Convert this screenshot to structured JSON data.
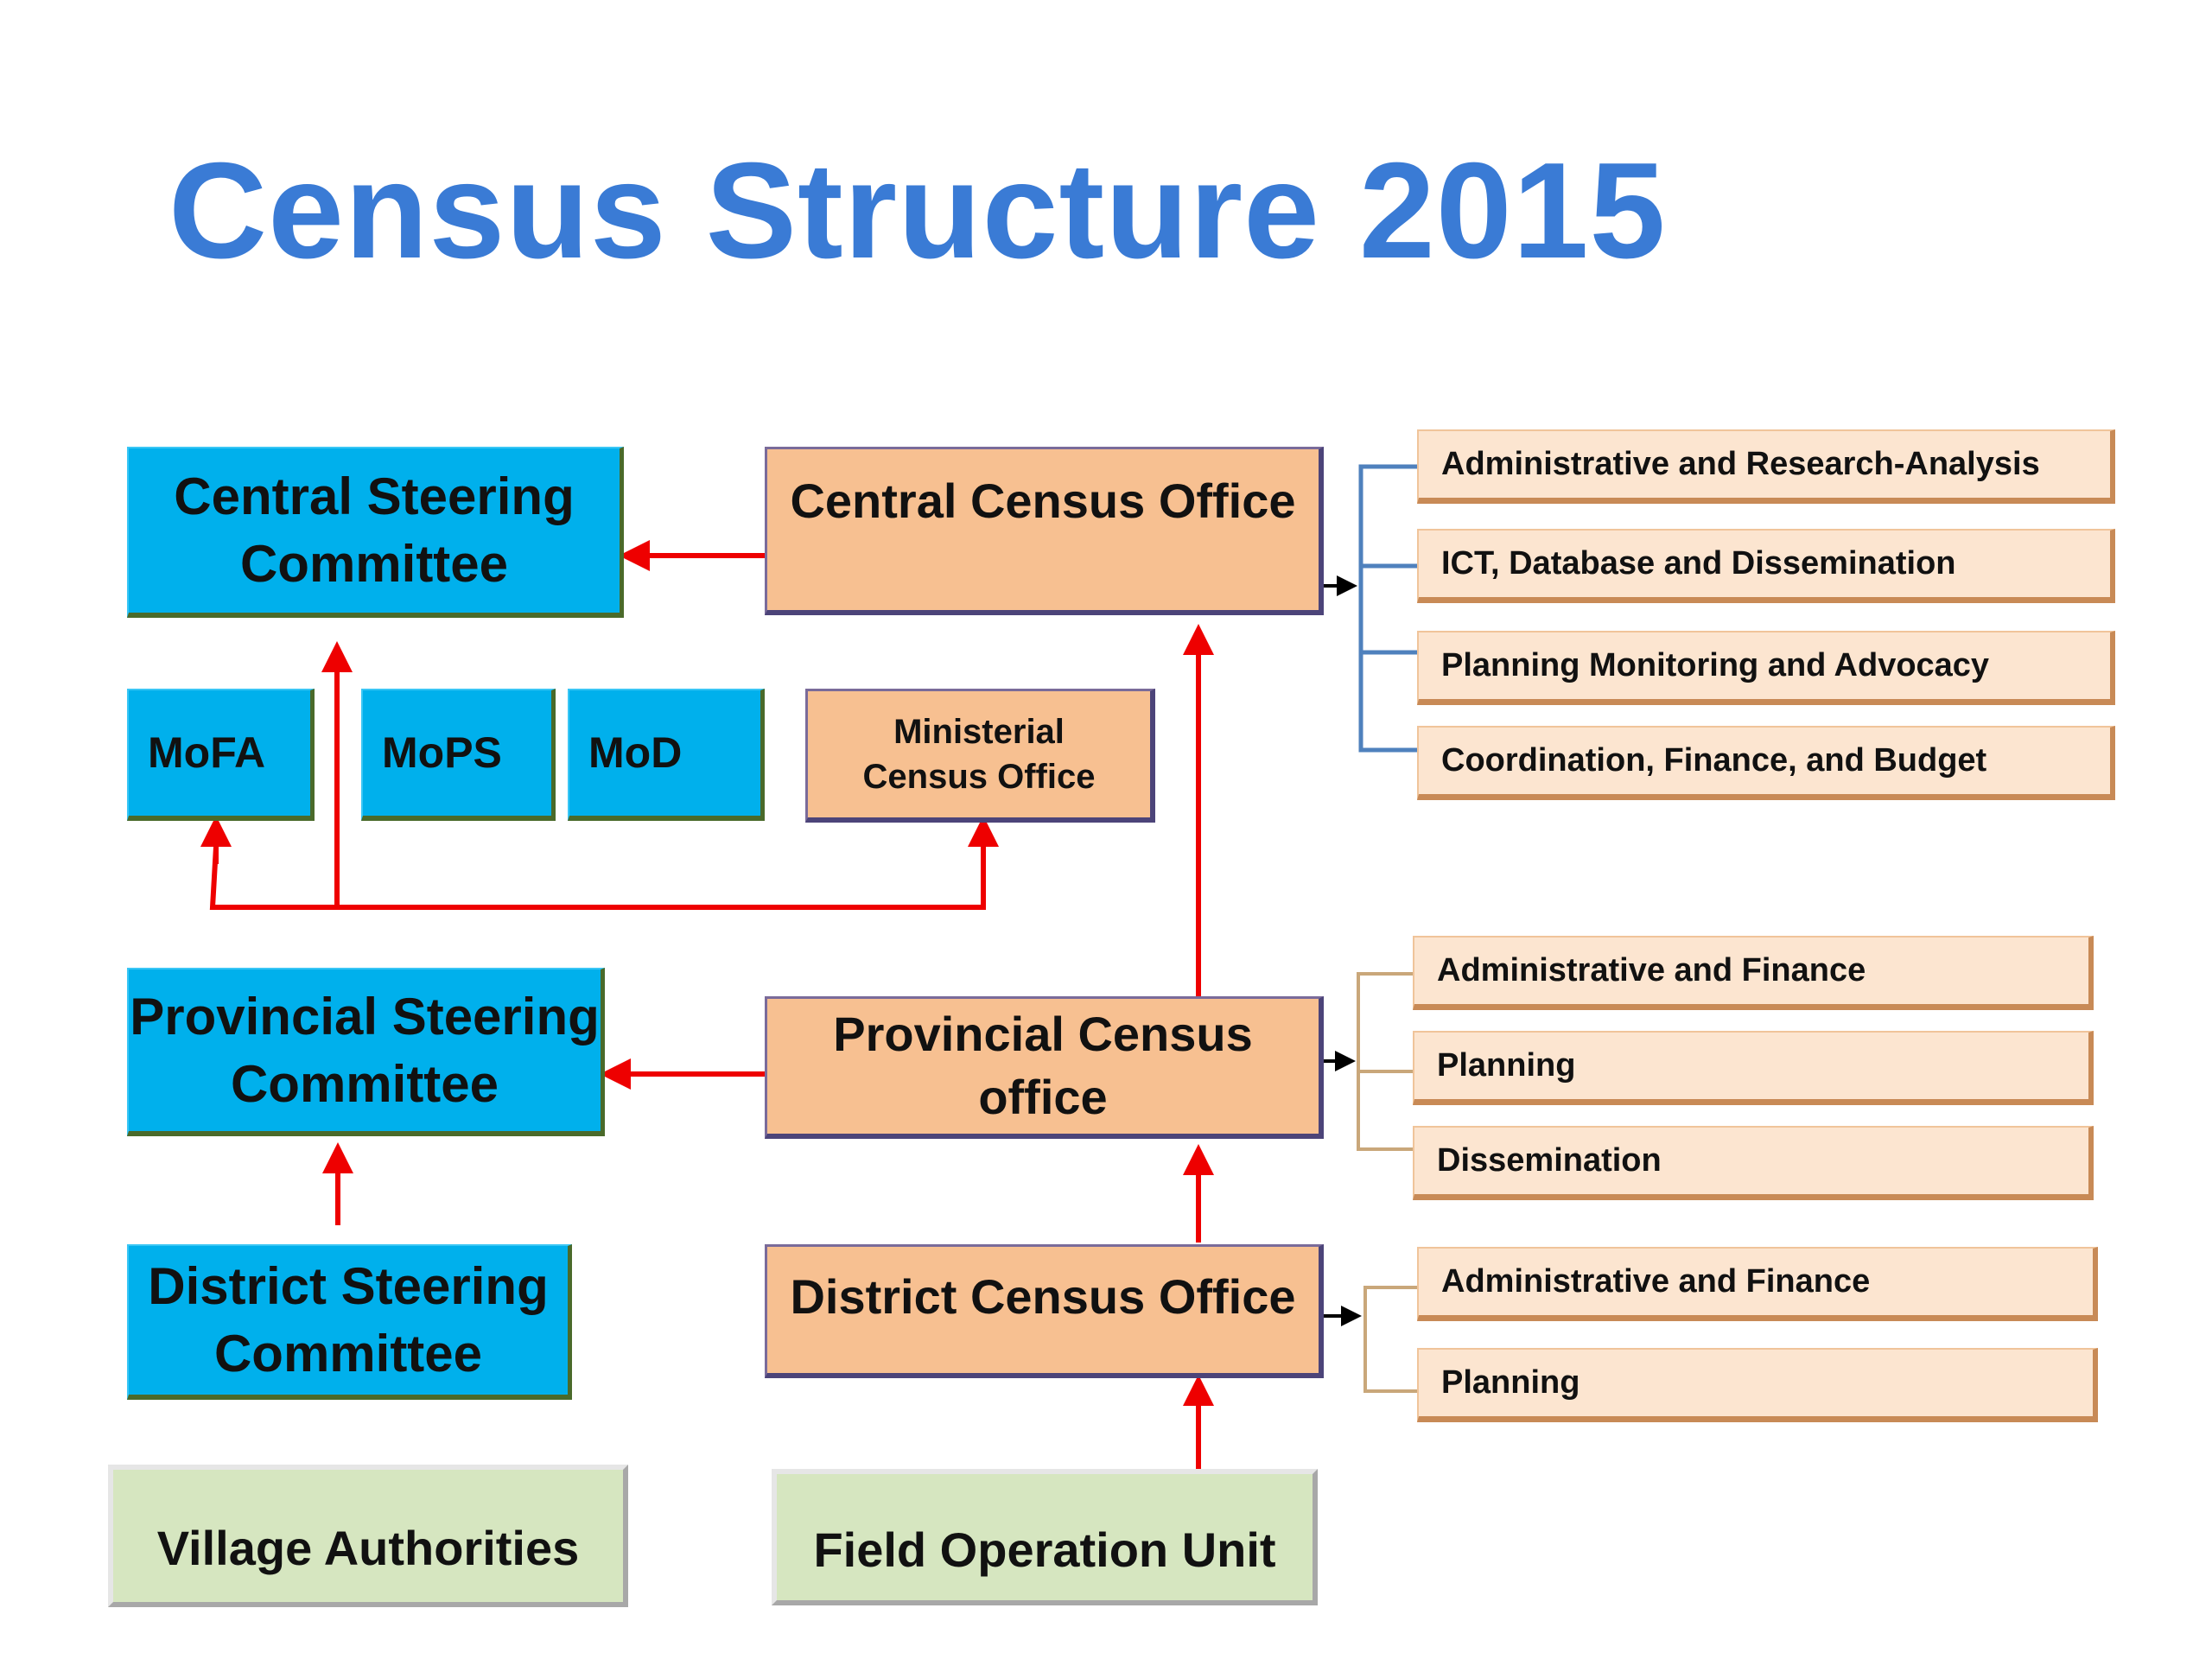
{
  "title": "Census Structure 2015",
  "colors": {
    "title": "#3a7bd5",
    "committee_box": "#00b0ec",
    "office_box": "#f7c091",
    "unit_box": "#fce5d0",
    "village_box": "#d6e6c0",
    "arrow_red": "#ee0000",
    "bracket_blue": "#4f81bd",
    "bracket_tan": "#c9a77a"
  },
  "committees": {
    "central": "Central Steering Committee",
    "provincial": "Provincial Steering Committee",
    "district": "District Steering Committee",
    "village": "Village Authorities"
  },
  "ministries": {
    "mofa": "MoFA",
    "mops": "MoPS",
    "mod": "MoD",
    "ministerial_office": "Ministerial Census Office"
  },
  "offices": {
    "central": "Central Census Office",
    "provincial": "Provincial Census office",
    "district": "District Census Office",
    "field": "Field Operation Unit"
  },
  "central_units": [
    "Administrative and Research-Analysis",
    "ICT, Database and Dissemination",
    "Planning Monitoring and Advocacy",
    "Coordination, Finance, and Budget"
  ],
  "provincial_units": [
    "Administrative and Finance",
    "Planning",
    "Dissemination"
  ],
  "district_units": [
    "Administrative and Finance",
    "Planning"
  ]
}
